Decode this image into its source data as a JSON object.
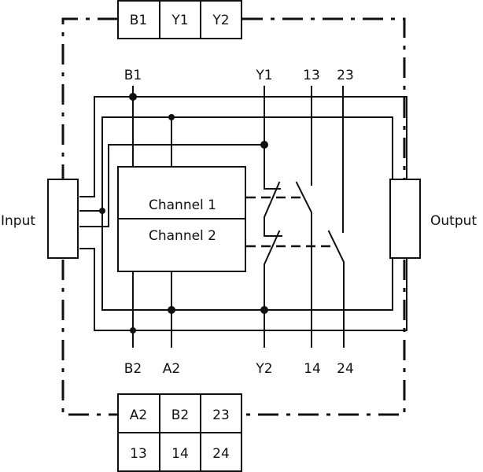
{
  "diagram": {
    "type": "safety relay block diagram",
    "top_terminal_block": [
      "B1",
      "Y1",
      "Y2"
    ],
    "bottom_terminal_block": {
      "row1": [
        "A2",
        "B2",
        "23"
      ],
      "row2": [
        "13",
        "14",
        "24"
      ]
    },
    "top_pin_labels": {
      "b1": "B1",
      "y1": "Y1",
      "t13": "13",
      "t23": "23"
    },
    "bottom_pin_labels": {
      "b2": "B2",
      "a2": "A2",
      "y2": "Y2",
      "t14": "14",
      "t24": "24"
    },
    "channels": {
      "ch1": "Channel 1",
      "ch2": "Channel 2"
    },
    "side_labels": {
      "input": "Input",
      "output": "Output"
    },
    "line_color": "#111111",
    "background": "#ffffff"
  }
}
